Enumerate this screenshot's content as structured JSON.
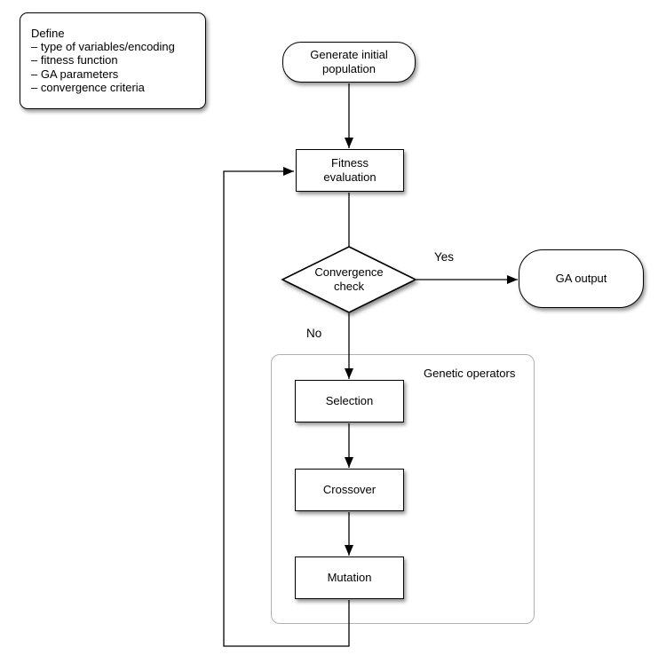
{
  "define_box": {
    "title": "Define",
    "items": [
      "– type of variables/encoding",
      "– fitness function",
      "– GA parameters",
      "– convergence criteria"
    ]
  },
  "nodes": {
    "generate": {
      "line1": "Generate initial",
      "line2": "population"
    },
    "fitness": {
      "line1": "Fitness",
      "line2": "evaluation"
    },
    "convergence": {
      "line1": "Convergence",
      "line2": "check"
    },
    "ga_output": {
      "label": "GA output"
    },
    "selection": {
      "label": "Selection"
    },
    "crossover": {
      "label": "Crossover"
    },
    "mutation": {
      "label": "Mutation"
    }
  },
  "edge_labels": {
    "yes": "Yes",
    "no": "No"
  },
  "group": {
    "label": "Genetic operators"
  },
  "colors": {
    "background": "#ffffff",
    "node_fill": "#ffffff",
    "node_border": "#000000",
    "line": "#000000",
    "group_border": "#b0b0b0"
  }
}
